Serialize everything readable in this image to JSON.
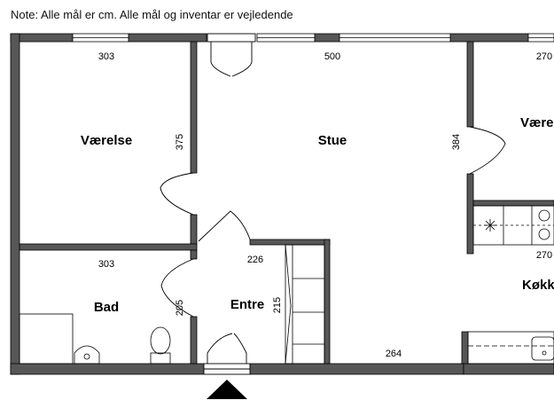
{
  "note": "Note: Alle mål er cm. Alle mål og inventar er vejledende",
  "rooms": {
    "vaerelse": "Værelse",
    "stue": "Stue",
    "vaerelse2": "Værelse",
    "bad": "Bad",
    "entre": "Entre",
    "koekken": "Køkken"
  },
  "dims": {
    "vaerelse_w": "303",
    "vaerelse_h": "375",
    "stue_w": "500",
    "stue_h": "384",
    "vaerelse2_w": "270",
    "bad_w": "303",
    "bad_h": "205",
    "entre_w": "226",
    "entre_h": "215",
    "koekken_w": "270",
    "bottom_w": "264"
  },
  "colors": {
    "wall": "#575757",
    "line": "#000000"
  }
}
